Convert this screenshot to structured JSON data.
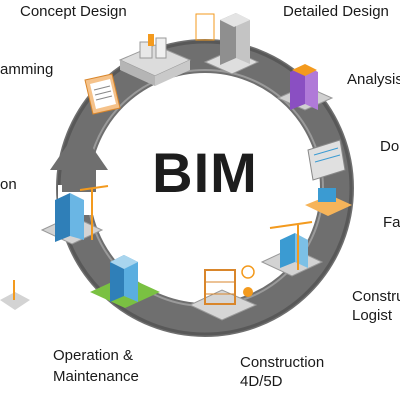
{
  "diagram": {
    "center_title": "BIM",
    "stages": [
      {
        "label": "Concept Design"
      },
      {
        "label": "Detailed Design"
      },
      {
        "label": "Analysis"
      },
      {
        "label": "Do"
      },
      {
        "label": "Fa"
      },
      {
        "label_lines": [
          "Constru",
          "Logist"
        ]
      },
      {
        "label_lines": [
          "Construction",
          "4D/5D"
        ]
      },
      {
        "label_lines": [
          "Operation &",
          "Maintenance"
        ]
      },
      {
        "label": "on"
      },
      {
        "label": "amming"
      }
    ]
  },
  "colors": {
    "ring": "#6d6d6d",
    "ring_light": "#8a8a8a",
    "building_blue": "#3b9bd2",
    "crane_orange": "#f39a1e",
    "grass_green": "#7ac142",
    "purple": "#8a4fc2"
  }
}
